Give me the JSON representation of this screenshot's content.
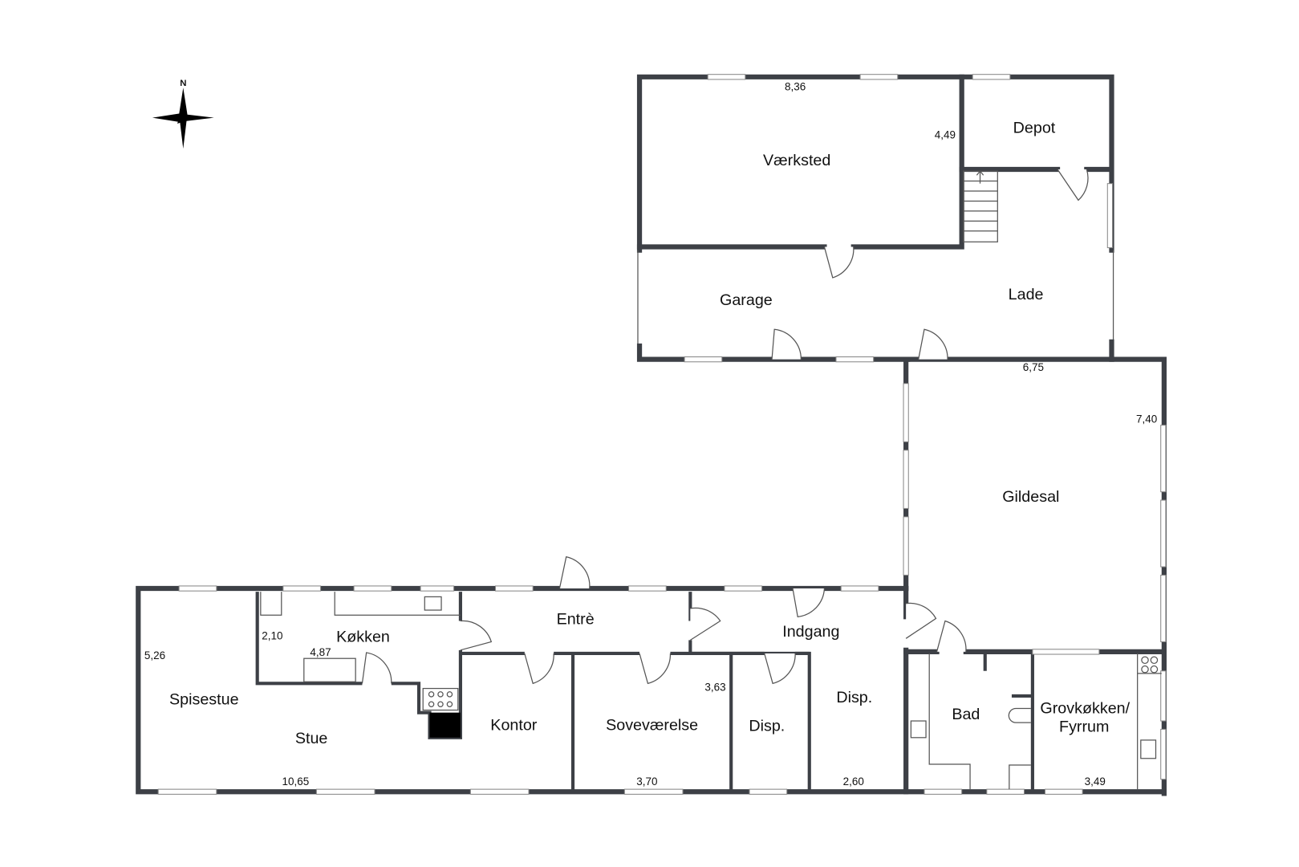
{
  "compass": {
    "label": "N"
  },
  "rooms": {
    "vaerksted": "Værksted",
    "depot": "Depot",
    "garage": "Garage",
    "lade": "Lade",
    "gildesal": "Gildesal",
    "entre": "Entrè",
    "indgang": "Indgang",
    "koekken": "Køkken",
    "spisestue": "Spisestue",
    "stue": "Stue",
    "kontor": "Kontor",
    "sovevaerelse": "Soveværelse",
    "disp1": "Disp.",
    "disp2": "Disp.",
    "bad": "Bad",
    "grovkoekken_1": "Grovkøkken/",
    "grovkoekken_2": "Fyrrum"
  },
  "dimensions": {
    "vaerksted_w": "8,36",
    "vaerksted_h": "4,49",
    "gildesal_w": "6,75",
    "gildesal_h": "7,40",
    "koekken_h": "2,10",
    "koekken_w": "4,87",
    "spisestue_h": "5,26",
    "stue_w": "10,65",
    "sov_h": "3,63",
    "sov_w": "3,70",
    "disp_w": "2,60",
    "grov_w": "3,49"
  },
  "colors": {
    "wall": "#3d4046"
  }
}
